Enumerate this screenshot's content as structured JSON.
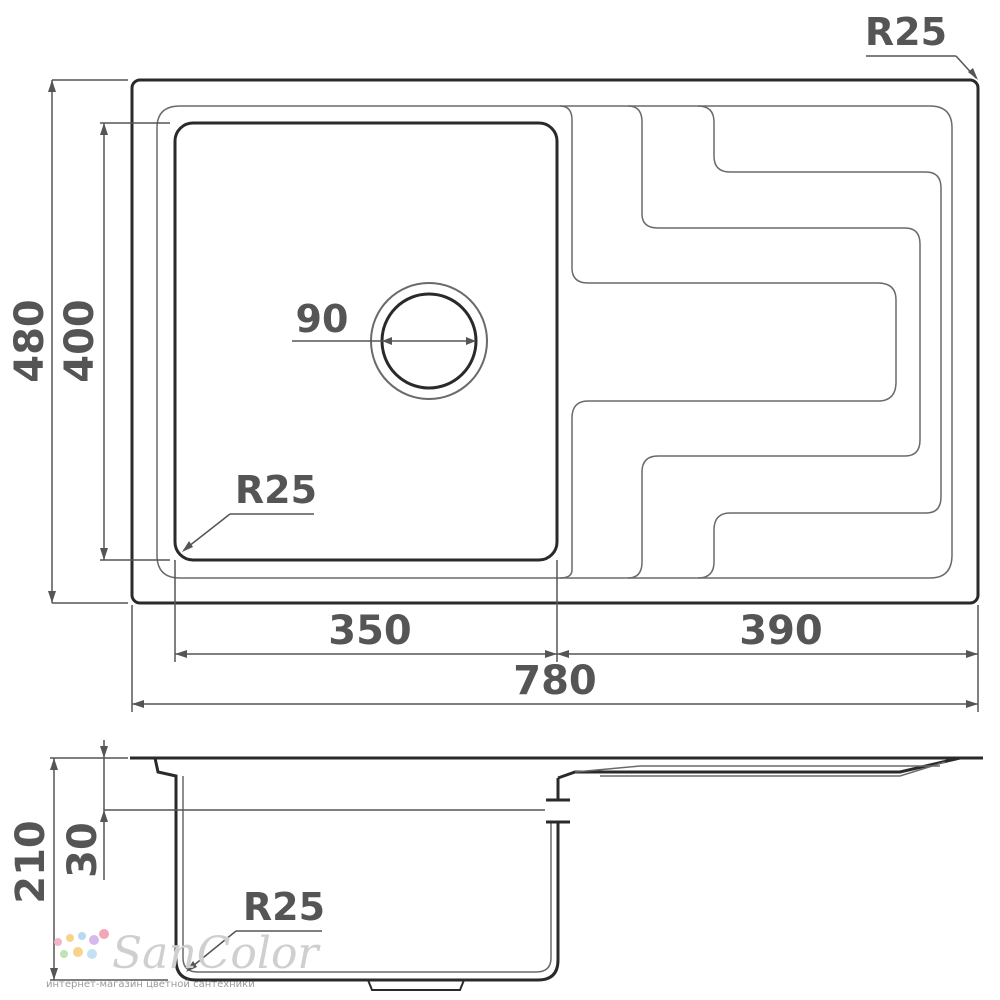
{
  "top_view": {
    "corner_radius_label": "R25",
    "bowl_corner_radius_label": "R25",
    "drain_diameter_label": "90",
    "overall_depth_label": "480",
    "bowl_depth_label": "400",
    "bowl_width_label": "350",
    "drainboard_width_label": "390",
    "overall_width_label": "780"
  },
  "side_view": {
    "total_height_label": "210",
    "rim_height_label": "30",
    "bowl_bottom_radius_label": "R25"
  },
  "watermark": {
    "brand": "SanColor",
    "tagline": "интернет-магазин цветной сантехники"
  },
  "colors": {
    "outline": "#2a2a2a",
    "dimension_line": "#555555",
    "inner_line": "#6a6a6a",
    "watermark": "#cfcfcf"
  }
}
